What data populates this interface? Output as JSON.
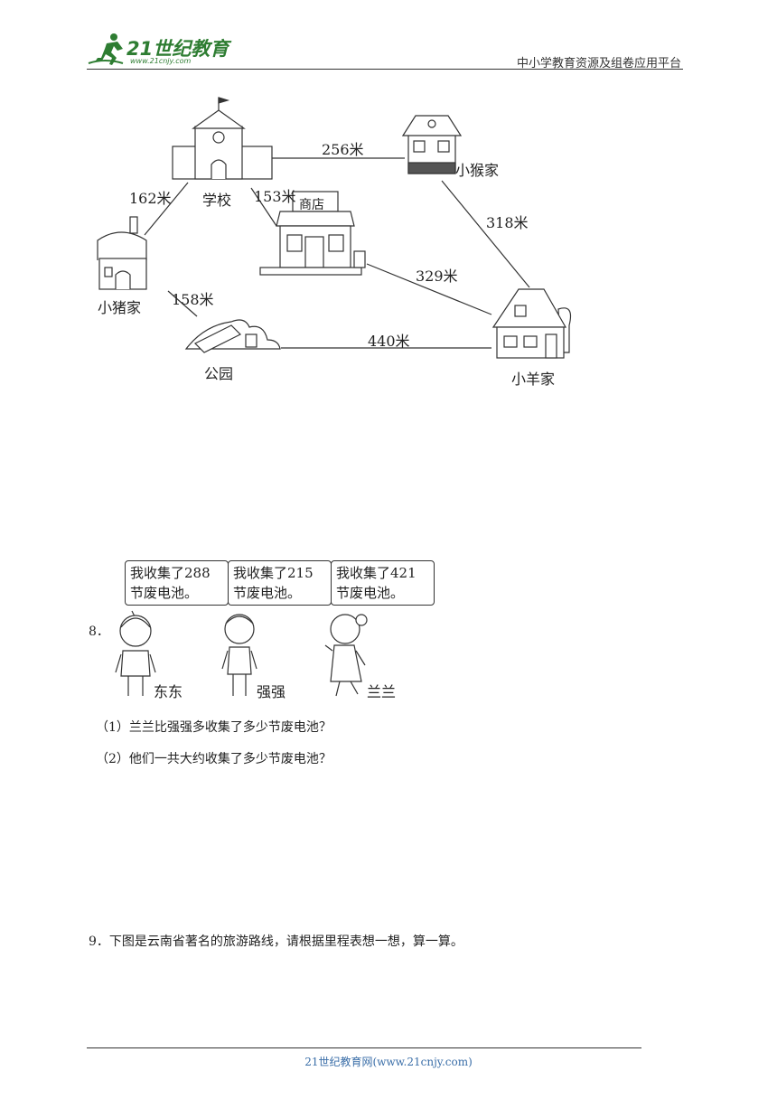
{
  "header": {
    "logo_text": "21世纪教育",
    "logo_url": "www.21cnjy.com",
    "right_text": "中小学教育资源及组卷应用平台"
  },
  "map": {
    "places": {
      "school": "学校",
      "monkey_home": "小猴家",
      "shop": "商店",
      "shop_sign": "商店",
      "pig_home": "小猪家",
      "park": "公园",
      "sheep_home": "小羊家"
    },
    "distances": {
      "school_monkey": "256米",
      "school_pig": "162米",
      "school_shop": "153米",
      "monkey_sheep": "318米",
      "shop_sheep": "329米",
      "pig_park": "158米",
      "park_sheep": "440米"
    }
  },
  "q8": {
    "number": "8．",
    "kids": [
      {
        "name": "东东",
        "line1": "我收集了288",
        "line2": "节废电池。"
      },
      {
        "name": "强强",
        "line1": "我收集了215",
        "line2": "节废电池。"
      },
      {
        "name": "兰兰",
        "line1": "我收集了421",
        "line2": "节废电池。"
      }
    ],
    "sub1": "（1）兰兰比强强多收集了多少节废电池？",
    "sub2": "（2）他们一共大约收集了多少节废电池？"
  },
  "q9": {
    "text": "9．下图是云南省著名的旅游路线，请根据里程表想一想，算一算。"
  },
  "footer": {
    "text": "21世纪教育网(www.21cnjy.com)"
  }
}
